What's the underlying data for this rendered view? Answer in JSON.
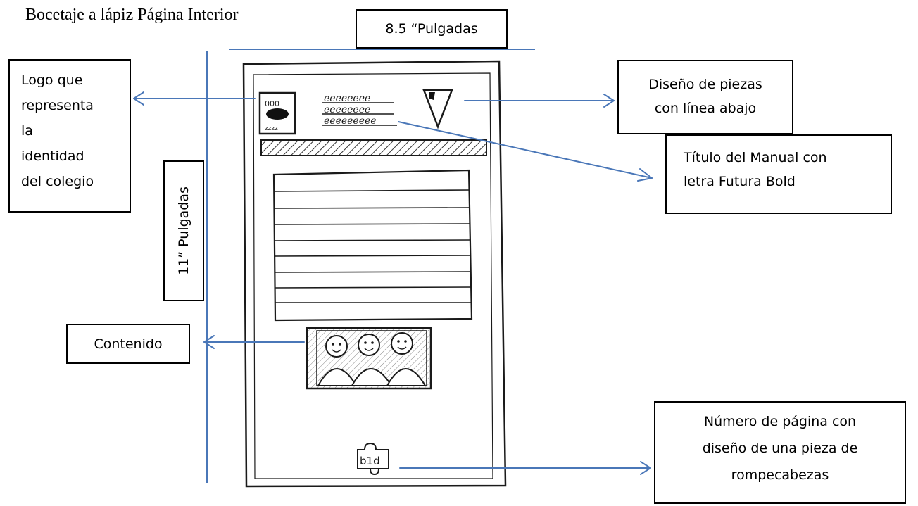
{
  "heading": "Bocetaje a lápiz Página Interior",
  "width_label": "8.5 “Pulgadas",
  "height_label": "11” Pulgadas",
  "logo_label": [
    "Logo que",
    "representa",
    "la",
    "identidad",
    "del colegio"
  ],
  "piezas_label": [
    "Diseño de piezas",
    "con línea abajo"
  ],
  "titulo_label": [
    "Título del Manual con",
    "letra Futura Bold"
  ],
  "contenido_label": "Contenido",
  "pagina_label": [
    "Número de página con",
    "diseño de una pieza de",
    "rompecabezas"
  ],
  "sketch": {
    "logo_text_top": "000",
    "logo_text_bottom": "zzzz",
    "title_lines": [
      "eeeeeeee",
      "eeeeeeee",
      "eeeeeeeee"
    ],
    "page_number": "b1d"
  },
  "colors": {
    "arrow": "#4a77b8",
    "ink": "#1a1a1a"
  }
}
